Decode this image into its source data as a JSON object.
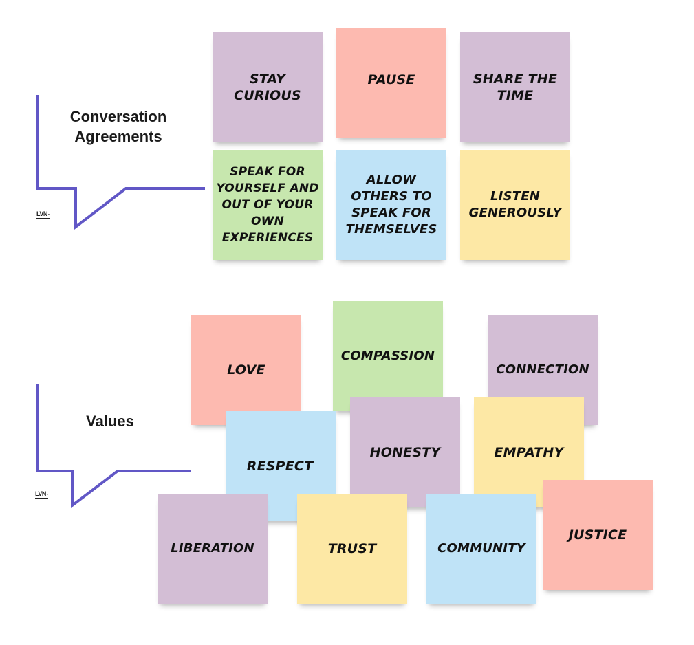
{
  "colors": {
    "purple": "#d3bed5",
    "salmon": "#fdbab0",
    "green": "#c7e7ae",
    "blue": "#bfe3f7",
    "yellow": "#fde8a5",
    "bracket": "#6157c6"
  },
  "agreements": {
    "title": "Conversation Agreements",
    "logo": "LVN",
    "notes": [
      {
        "text": "STAY CURIOUS",
        "color": "purple"
      },
      {
        "text": "PAUSE",
        "color": "salmon"
      },
      {
        "text": "SHARE THE TIME",
        "color": "purple"
      },
      {
        "text": "SPEAK FOR YOURSELF AND OUT OF YOUR OWN EXPERIENCES",
        "color": "green"
      },
      {
        "text": "ALLOW OTHERS TO SPEAK FOR THEMSELVES",
        "color": "blue"
      },
      {
        "text": "LISTEN GENEROUSLY",
        "color": "yellow"
      }
    ]
  },
  "values": {
    "title": "Values",
    "logo": "LVN",
    "notes": [
      {
        "text": "LOVE",
        "color": "salmon"
      },
      {
        "text": "COMPASSION",
        "color": "green"
      },
      {
        "text": "CONNECTION",
        "color": "purple"
      },
      {
        "text": "RESPECT",
        "color": "blue"
      },
      {
        "text": "HONESTY",
        "color": "purple"
      },
      {
        "text": "EMPATHY",
        "color": "yellow"
      },
      {
        "text": "LIBERATION",
        "color": "purple"
      },
      {
        "text": "TRUST",
        "color": "yellow"
      },
      {
        "text": "COMMUNITY",
        "color": "blue"
      },
      {
        "text": "JUSTICE",
        "color": "salmon"
      }
    ]
  }
}
